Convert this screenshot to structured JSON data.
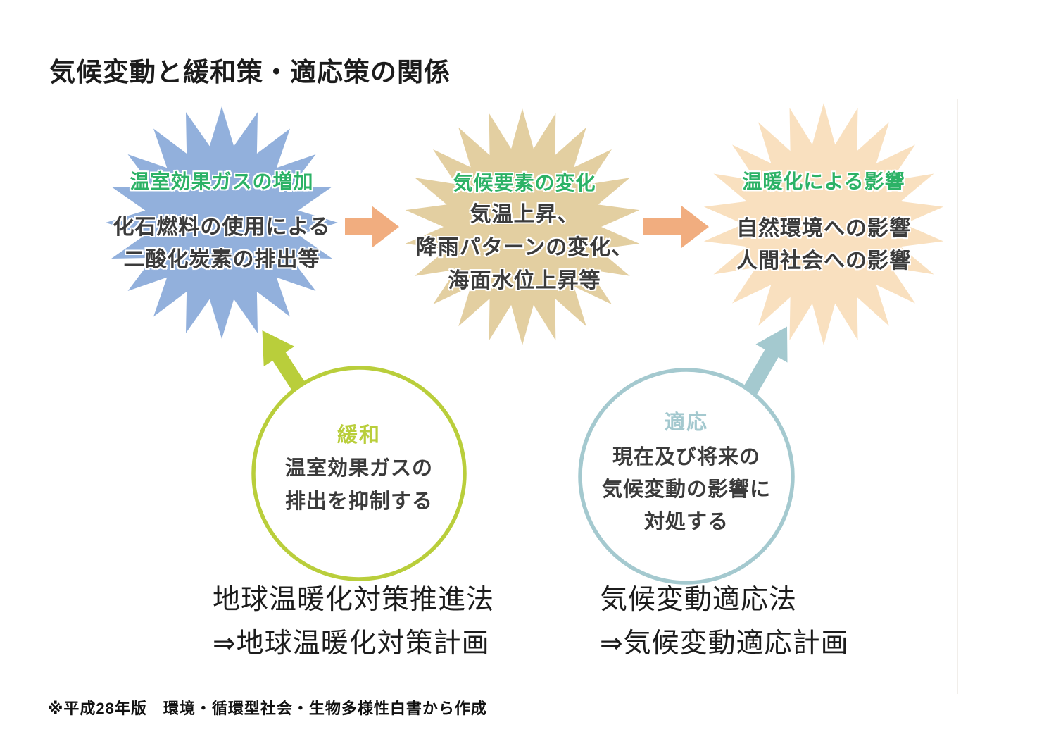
{
  "page": {
    "title": "気候変動と緩和策・適応策の関係",
    "footnote": "※平成28年版　環境・循環型社会・生物多様性白書から作成"
  },
  "colors": {
    "heading_green": "#2cb266",
    "body_text": "#3b3b3b",
    "arrow_orange": "#f1ad7f",
    "starburst_blue": "#92b0dc",
    "starburst_tan": "#e3cfa1",
    "starburst_peach": "#f9e0bf",
    "mitigation_green": "#b9ce3b",
    "adaptation_blue": "#a4c9cf",
    "law_text": "#1c1c1c"
  },
  "chain": [
    {
      "heading": "温室効果ガスの増加",
      "lines": [
        "化石燃料の使用による",
        "二酸化炭素の排出等"
      ]
    },
    {
      "heading": "気候要素の変化",
      "lines": [
        "気温上昇、",
        "降雨パターンの変化、",
        "海面水位上昇等"
      ]
    },
    {
      "heading": "温暖化による影響",
      "lines": [
        "自然環境への影響",
        "人間社会への影響"
      ]
    }
  ],
  "measures": [
    {
      "label": "緩和",
      "lines": [
        "温室効果ガスの",
        "排出を抑制する"
      ],
      "law": "地球温暖化対策推進法",
      "plan": "⇒地球温暖化対策計画"
    },
    {
      "label": "適応",
      "lines": [
        "現在及び将来の",
        "気候変動の影響に",
        "対処する"
      ],
      "law": "気候変動適応法",
      "plan": "⇒気候変動適応計画"
    }
  ]
}
